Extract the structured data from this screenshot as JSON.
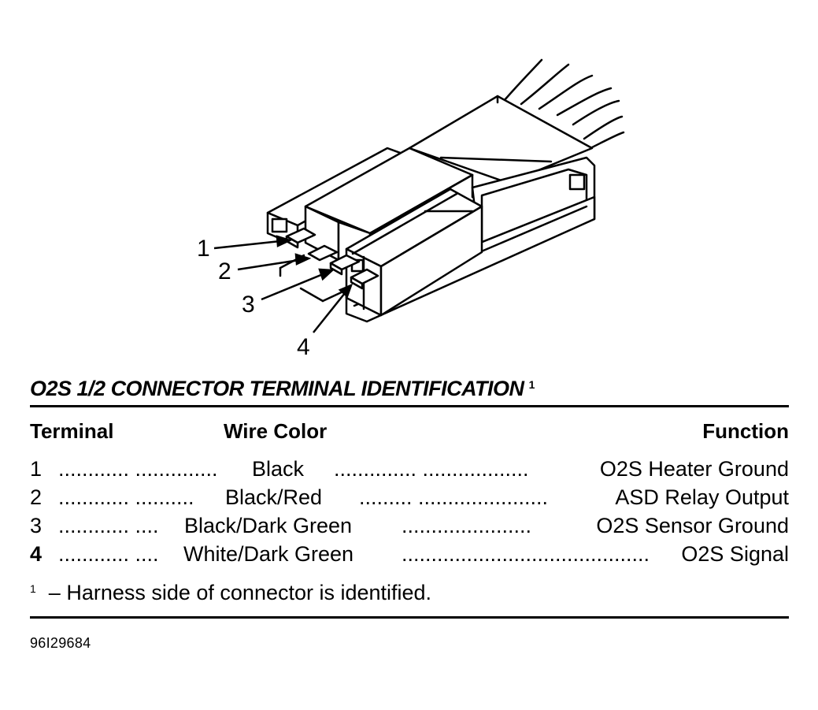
{
  "callouts": [
    "1",
    "2",
    "3",
    "4"
  ],
  "title": "O2S 1/2 CONNECTOR TERMINAL IDENTIFICATION",
  "title_footnote_mark": "1",
  "headers": {
    "terminal": "Terminal",
    "wire_color": "Wire Color",
    "function": "Function"
  },
  "rows": [
    {
      "terminal": "1",
      "dots_a": "............ ..............",
      "color": "Black",
      "dots_b": ".............. ..................",
      "function": "O2S Heater Ground"
    },
    {
      "terminal": "2",
      "dots_a": "............ ..........",
      "color": "Black/Red",
      "dots_b": "......... ......................",
      "function": "ASD Relay Output"
    },
    {
      "terminal": "3",
      "dots_a": "............ ....",
      "color": "Black/Dark Green",
      "dots_b": "......................",
      "function": "O2S Sensor Ground"
    },
    {
      "terminal": "4",
      "dots_a": "............ ....",
      "color": "White/Dark Green",
      "dots_b": "..........................................",
      "function": "O2S Signal"
    }
  ],
  "footnote": {
    "mark": "1",
    "text": "–  Harness side of connector is identified."
  },
  "figure_code": "96I29684"
}
